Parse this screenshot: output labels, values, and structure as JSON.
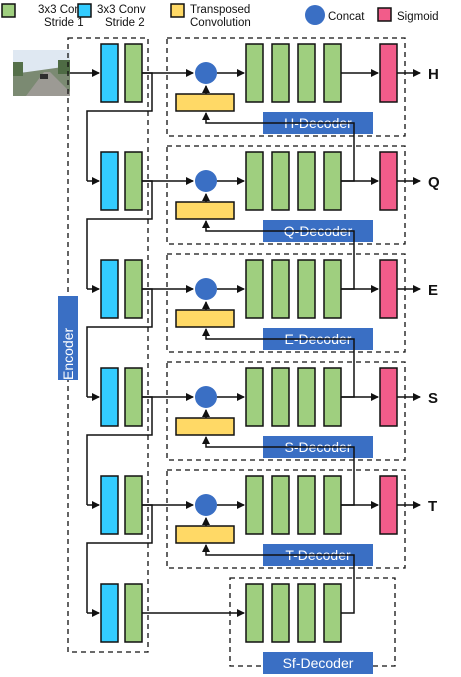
{
  "legend": {
    "conv1": [
      "3x3 Conv",
      "Stride 1"
    ],
    "conv2": [
      "3x3 Conv",
      "Stride 2"
    ],
    "transposed": [
      "Transposed",
      "Convolution"
    ],
    "concat": "Concat",
    "sigmoid": "Sigmoid"
  },
  "encoder_label": "Encoder",
  "decoders": [
    {
      "label": "H-Decoder",
      "output": "H"
    },
    {
      "label": "Q-Decoder",
      "output": "Q"
    },
    {
      "label": "E-Decoder",
      "output": "E"
    },
    {
      "label": "S-Decoder",
      "output": "S"
    },
    {
      "label": "T-Decoder",
      "output": "T"
    },
    {
      "label": "Sf-Decoder",
      "output": ""
    }
  ],
  "colors": {
    "conv1": "#9fcf7f",
    "conv2": "#33ccff",
    "transposed": "#ffd966",
    "concat": "#3a6fc4",
    "sigmoid": "#f25c8a",
    "decoder_label_bg": "#3a6fc4"
  }
}
